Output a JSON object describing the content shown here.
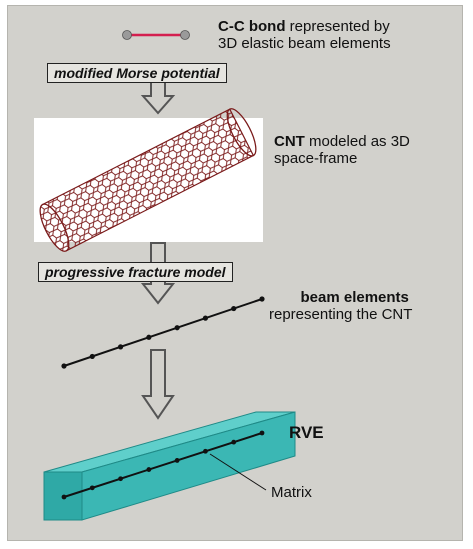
{
  "steps": [
    {
      "bold": "C-C bond",
      "rest": " represented by",
      "line2": "3D elastic beam elements"
    },
    {
      "bold": "CNT",
      "rest": " modeled as 3D",
      "line2": "space-frame"
    },
    {
      "bold": "beam elements",
      "rest": "",
      "line2": "representing the CNT"
    },
    {
      "bold": "RVE",
      "rest": "",
      "line2": ""
    }
  ],
  "transitions": [
    "modified Morse potential",
    "progressive fracture model"
  ],
  "matrix_label": "Matrix",
  "colors": {
    "panel": "#d2d1cc",
    "bond": "#d41f4f",
    "cnt": "#7a1a1a",
    "rve_front": "#3bb7b4",
    "rve_top": "#5fcfcb",
    "rve_side": "#2a9d9a"
  }
}
